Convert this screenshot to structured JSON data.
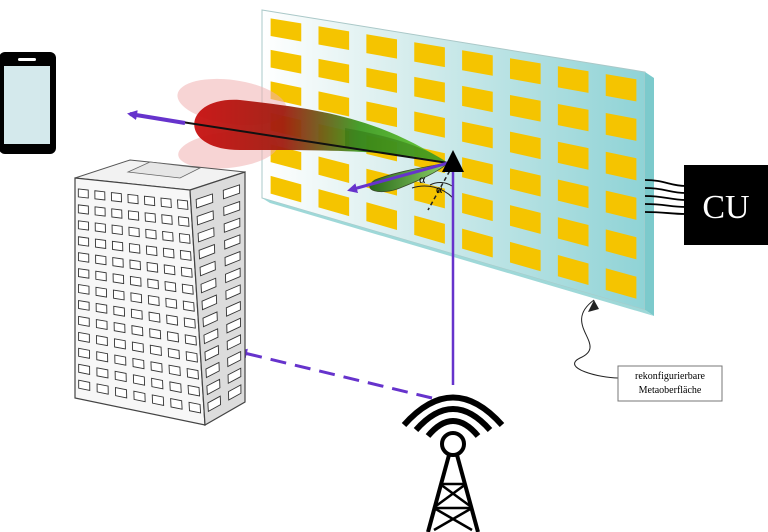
{
  "controller": {
    "label": "CU"
  },
  "metasurface": {
    "label_line1": "rekonfigurierbare",
    "label_line2": "Metaoberfläche"
  },
  "angles": {
    "incidence_symbol": "α",
    "reflection_symbol": "α"
  },
  "icons": {
    "phone": "smartphone-icon",
    "building": "office-building-icon",
    "tower": "base-station-tower-icon",
    "signal": "wifi-signal-icon"
  },
  "colors": {
    "beam_arrow": "#6633cc",
    "patch": "#f5c400",
    "panel_edge": "#8fd3d6",
    "controller_bg": "#000000",
    "beam_main": "#cc1111",
    "beam_mid": "#44aa22"
  }
}
